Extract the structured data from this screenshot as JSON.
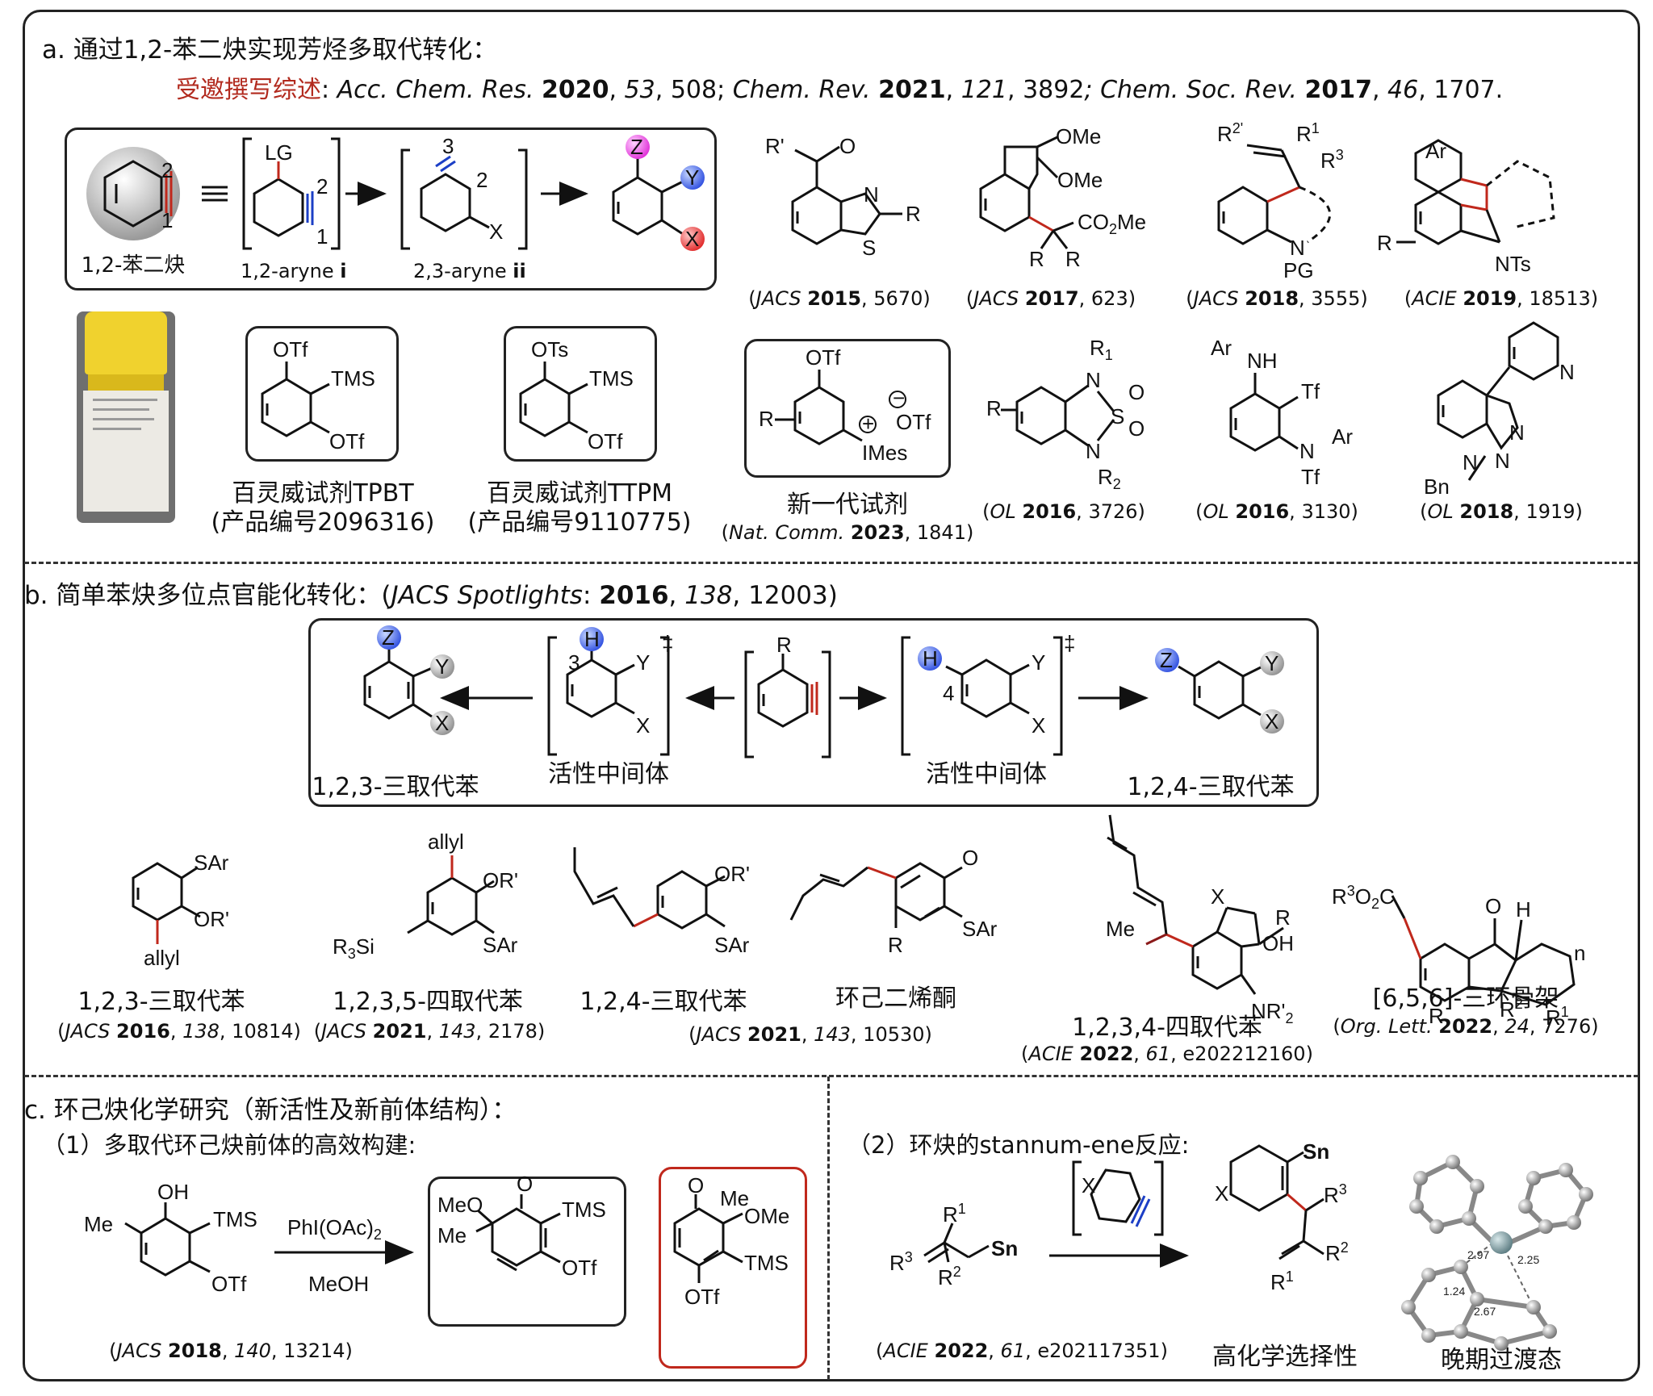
{
  "sections": {
    "a": {
      "title": "a. 通过1,2-苯二炔实现芳烃多取代转化：",
      "review_prefix": "受邀撰写综述",
      "review_citations": [
        {
          "j": "Acc. Chem. Res.",
          "y": "2020",
          "v": "53",
          "p": "508"
        },
        {
          "j": "Chem. Rev.",
          "y": "2021",
          "v": "121",
          "p": "3892"
        },
        {
          "j": "Chem. Soc. Rev.",
          "y": "2017",
          "v": "46",
          "p": "1707"
        }
      ],
      "scheme_labels": {
        "benzdiyne": "1,2-苯二炔",
        "aryne_i": "1,2-aryne",
        "aryne_i_num": "i",
        "aryne_ii": "2,3-aryne",
        "aryne_ii_num": "ii"
      },
      "reagents": [
        {
          "name": "百灵威试剂TPBT",
          "code": "(产品编号2096316)"
        },
        {
          "name": "百灵威试剂TTPM",
          "code": "(产品编号9110775)"
        },
        {
          "name": "新一代试剂",
          "code": ""
        }
      ],
      "citations_row1": [
        {
          "j": "JACS",
          "y": "2015",
          "p": "5670"
        },
        {
          "j": "JACS",
          "y": "2017",
          "p": "623"
        },
        {
          "j": "JACS",
          "y": "2018",
          "p": "3555"
        },
        {
          "j": "ACIE",
          "y": "2019",
          "p": "18513"
        }
      ],
      "citations_row2": [
        {
          "j": "Nat. Comm.",
          "y": "2023",
          "p": "1841"
        },
        {
          "j": "OL",
          "y": "2016",
          "p": "3726"
        },
        {
          "j": "OL",
          "y": "2016",
          "p": "3130"
        },
        {
          "j": "OL",
          "y": "2018",
          "p": "1919"
        }
      ]
    },
    "b": {
      "title": "b. 简单苯炔多位点官能化转化：",
      "spotlight": {
        "j": "JACS Spotlights",
        "y": "2016",
        "v": "138",
        "p": "12003"
      },
      "scheme_labels": {
        "left_product": "1,2,3-三取代苯",
        "left_int": "活性中间体",
        "right_int": "活性中间体",
        "right_product": "1,2,4-三取代苯"
      },
      "products": [
        {
          "name": "1,2,3-三取代苯",
          "cite": {
            "j": "JACS",
            "y": "2016",
            "v": "138",
            "p": "10814"
          }
        },
        {
          "name": "1,2,3,5-四取代苯",
          "cite": {
            "j": "JACS",
            "y": "2021",
            "v": "143",
            "p": "2178"
          }
        },
        {
          "name": "1,2,4-三取代苯",
          "cite": {
            "j": "JACS",
            "y": "2021",
            "v": "143",
            "p": "10530"
          }
        },
        {
          "name": "环己二烯酮",
          "cite": null
        },
        {
          "name": "1,2,3,4-四取代苯",
          "cite": {
            "j": "ACIE",
            "y": "2022",
            "v": "61",
            "p": "e202212160"
          }
        },
        {
          "name": "[6,5,6]-三环骨架",
          "cite": {
            "j": "Org. Lett.",
            "y": "2022",
            "v": "24",
            "p": "7276"
          }
        }
      ]
    },
    "c": {
      "title": "c. 环己炔化学研究（新活性及新前体结构）：",
      "sub1": "（1）多取代环己炔前体的高效构建:",
      "sub2": "（2）环炔的stannum-ene反应:",
      "reagent_top": "PhI(OAc)",
      "reagent_top_sub": "2",
      "reagent_bottom": "MeOH",
      "cite1": {
        "j": "JACS",
        "y": "2018",
        "v": "140",
        "p": "13214"
      },
      "cite2": {
        "j": "ACIE",
        "y": "2022",
        "v": "61",
        "p": "e202117351"
      },
      "selectivity_label": "高化学选择性",
      "ts_label": "晚期过渡态",
      "ts_distances": [
        "2.97",
        "2.25",
        "1.24",
        "2.67"
      ]
    }
  }
}
